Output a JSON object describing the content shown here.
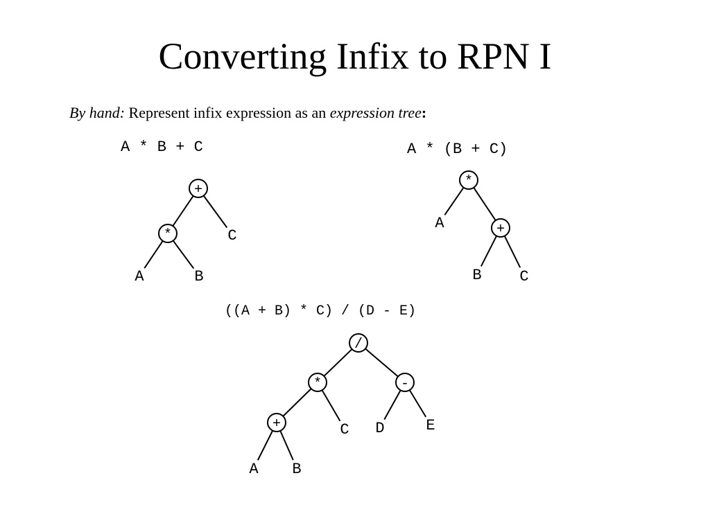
{
  "slide": {
    "title": "Converting Infix to RPN I",
    "subtitle": {
      "part1_italic": "By hand:",
      "part2": " Represent infix expression as an ",
      "part3_italic": "expression tree",
      "part4_bold": ":"
    }
  },
  "trees": [
    {
      "expression": "A * B + C",
      "nodes": [
        {
          "id": "t1-plus",
          "label": "+",
          "operator": true
        },
        {
          "id": "t1-times",
          "label": "*",
          "operator": true
        },
        {
          "id": "t1-c",
          "label": "C",
          "operator": false
        },
        {
          "id": "t1-a",
          "label": "A",
          "operator": false
        },
        {
          "id": "t1-b",
          "label": "B",
          "operator": false
        }
      ],
      "edges": [
        [
          "t1-plus",
          "t1-times"
        ],
        [
          "t1-plus",
          "t1-c"
        ],
        [
          "t1-times",
          "t1-a"
        ],
        [
          "t1-times",
          "t1-b"
        ]
      ]
    },
    {
      "expression": "A * (B + C)",
      "nodes": [
        {
          "id": "t2-times",
          "label": "*",
          "operator": true
        },
        {
          "id": "t2-a",
          "label": "A",
          "operator": false
        },
        {
          "id": "t2-plus",
          "label": "+",
          "operator": true
        },
        {
          "id": "t2-b",
          "label": "B",
          "operator": false
        },
        {
          "id": "t2-c",
          "label": "C",
          "operator": false
        }
      ],
      "edges": [
        [
          "t2-times",
          "t2-a"
        ],
        [
          "t2-times",
          "t2-plus"
        ],
        [
          "t2-plus",
          "t2-b"
        ],
        [
          "t2-plus",
          "t2-c"
        ]
      ]
    },
    {
      "expression": "((A + B) * C) / (D - E)",
      "nodes": [
        {
          "id": "t3-div",
          "label": "/",
          "operator": true
        },
        {
          "id": "t3-times",
          "label": "*",
          "operator": true
        },
        {
          "id": "t3-minus",
          "label": "-",
          "operator": true
        },
        {
          "id": "t3-plus",
          "label": "+",
          "operator": true
        },
        {
          "id": "t3-c",
          "label": "C",
          "operator": false
        },
        {
          "id": "t3-d",
          "label": "D",
          "operator": false
        },
        {
          "id": "t3-e",
          "label": "E",
          "operator": false
        },
        {
          "id": "t3-a",
          "label": "A",
          "operator": false
        },
        {
          "id": "t3-b",
          "label": "B",
          "operator": false
        }
      ],
      "edges": [
        [
          "t3-div",
          "t3-times"
        ],
        [
          "t3-div",
          "t3-minus"
        ],
        [
          "t3-times",
          "t3-plus"
        ],
        [
          "t3-times",
          "t3-c"
        ],
        [
          "t3-minus",
          "t3-d"
        ],
        [
          "t3-minus",
          "t3-e"
        ],
        [
          "t3-plus",
          "t3-a"
        ],
        [
          "t3-plus",
          "t3-b"
        ]
      ]
    }
  ]
}
